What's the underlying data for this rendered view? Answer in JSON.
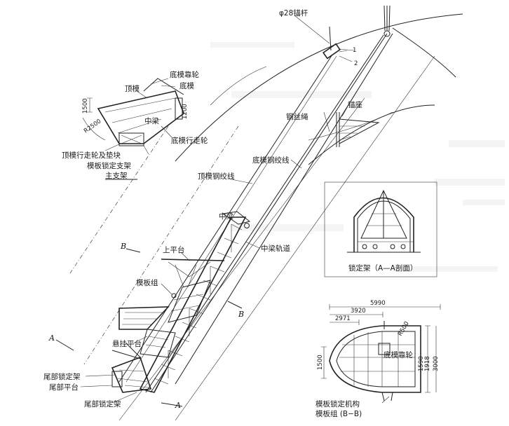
{
  "labels": {
    "anchor_rod": "φ28锚杆",
    "marker_1": "1",
    "marker_2": "2",
    "anchor_seat": "锚座",
    "steel_rope": "钢丝绳",
    "bottom_strand": "底模钢绞线",
    "top_strand": "顶模钢绞线",
    "mid_beam": "中梁",
    "mid_beam_track": "中梁轨道",
    "upper_platform": "上平台",
    "formwork_group": "模板组",
    "hanging_platform": "悬挂平台",
    "tail_lock_frame": "尾部锁定架",
    "tail_platform": "尾部平台",
    "tail_lock_frame_2": "尾部锁定架",
    "section_A_left": "A",
    "section_A_right": "A",
    "section_B_left": "B",
    "section_B_right": "B"
  },
  "main_frame": {
    "top_mould": "顶模",
    "bottom_guide_wheel": "底模靠轮",
    "bottom_mould": "底模",
    "mid_beam": "中梁",
    "bottom_walking_wheel": "底模行走轮",
    "top_walking_wheel": "顶模行走轮及垫块",
    "formwork_lock_frame": "模板锁定支架",
    "title": "主支架",
    "dim_1500": "1500",
    "dim_1200": "1200",
    "dim_r2500": "R2500"
  },
  "lock_frame_section": {
    "caption": "锁定架（A—A剖面）"
  },
  "formwork_section": {
    "dim_5990": "5990",
    "dim_3920": "3920",
    "dim_2971": "2971",
    "dim_r500": "R500",
    "dim_1500": "1500",
    "dim_1590": "1590",
    "dim_1918": "1918",
    "dim_3000": "3000",
    "bottom_guide_wheel": "底模靠轮",
    "caption_1": "模板锁定机构",
    "caption_2": "模板组 (B−B)"
  }
}
